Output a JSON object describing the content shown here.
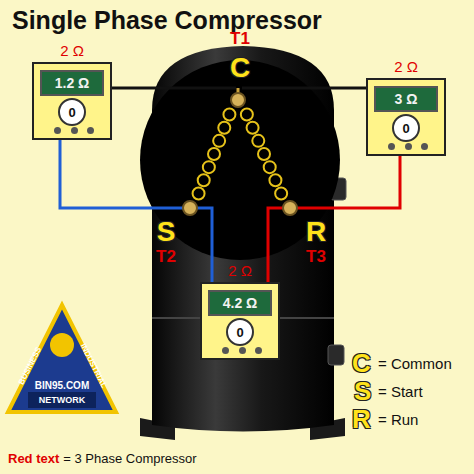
{
  "diagram": {
    "title": "Single Phase Compressor",
    "nodes": [
      {
        "text": [
          "2 Ω",
          "1.2 Ω",
          "0"
        ]
      },
      {
        "text": [
          "2 Ω",
          "3 Ω",
          "0"
        ]
      },
      {
        "text": [
          "2 Ω",
          "4.2 Ω",
          "0"
        ]
      }
    ],
    "labels": [
      "T1",
      "C",
      "S",
      "T2",
      "R",
      "T3",
      "C",
      "= Common",
      "S",
      "= Start",
      "R",
      "= Run",
      "Red text",
      "= 3 Phase Compressor",
      "BUSINESS",
      "INDUSTRIAL",
      "BIN95.COM",
      "NETWORK"
    ]
  }
}
